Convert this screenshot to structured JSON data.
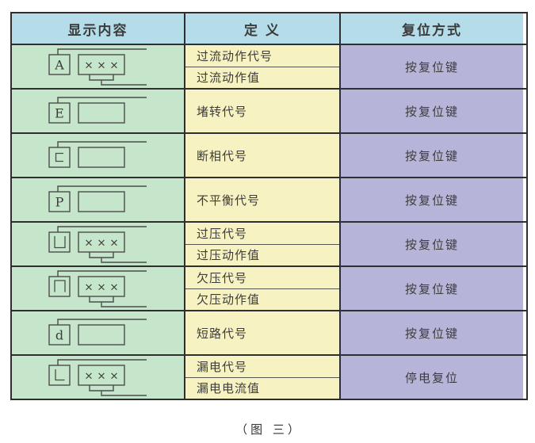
{
  "header": {
    "display_content": "显示内容",
    "definition": "定 义",
    "reset_method": "复位方式"
  },
  "rows": [
    {
      "code_letter": "A",
      "value_display": "×××",
      "has_bottom_bracket": true,
      "definitions": [
        "过流动作代号",
        "过流动作值"
      ],
      "reset_method": "按复位键"
    },
    {
      "code_letter": "E",
      "value_display": "",
      "has_bottom_bracket": false,
      "definitions": [
        "堵转代号"
      ],
      "reset_method": "按复位键"
    },
    {
      "code_letter": "⊏",
      "value_display": "",
      "has_bottom_bracket": false,
      "definitions": [
        "断相代号"
      ],
      "reset_method": "按复位键"
    },
    {
      "code_letter": "P",
      "value_display": "",
      "has_bottom_bracket": false,
      "definitions": [
        "不平衡代号"
      ],
      "reset_method": "按复位键"
    },
    {
      "code_letter": "⊔",
      "value_display": "×××",
      "has_bottom_bracket": true,
      "definitions": [
        "过压代号",
        "过压动作值"
      ],
      "reset_method": "按复位键"
    },
    {
      "code_letter": "⊓",
      "value_display": "×××",
      "has_bottom_bracket": true,
      "definitions": [
        "欠压代号",
        "欠压动作值"
      ],
      "reset_method": "按复位键"
    },
    {
      "code_letter": "d",
      "value_display": "",
      "has_bottom_bracket": false,
      "definitions": [
        "短路代号"
      ],
      "reset_method": "按复位键"
    },
    {
      "code_letter": "L",
      "value_display": "×××",
      "has_bottom_bracket": true,
      "definitions": [
        "漏电代号",
        "漏电电流值"
      ],
      "reset_method": "停电复位"
    }
  ],
  "caption": "（图 三）",
  "colors": {
    "header_bg": "#b4dce9",
    "symbol_col_bg": "#c6e6cc",
    "definition_col_bg": "#f7f2c2",
    "reset_col_bg": "#b7b4d9",
    "border": "#2f2f2f",
    "line": "#4c4c4c",
    "text": "#3c3c3c"
  }
}
